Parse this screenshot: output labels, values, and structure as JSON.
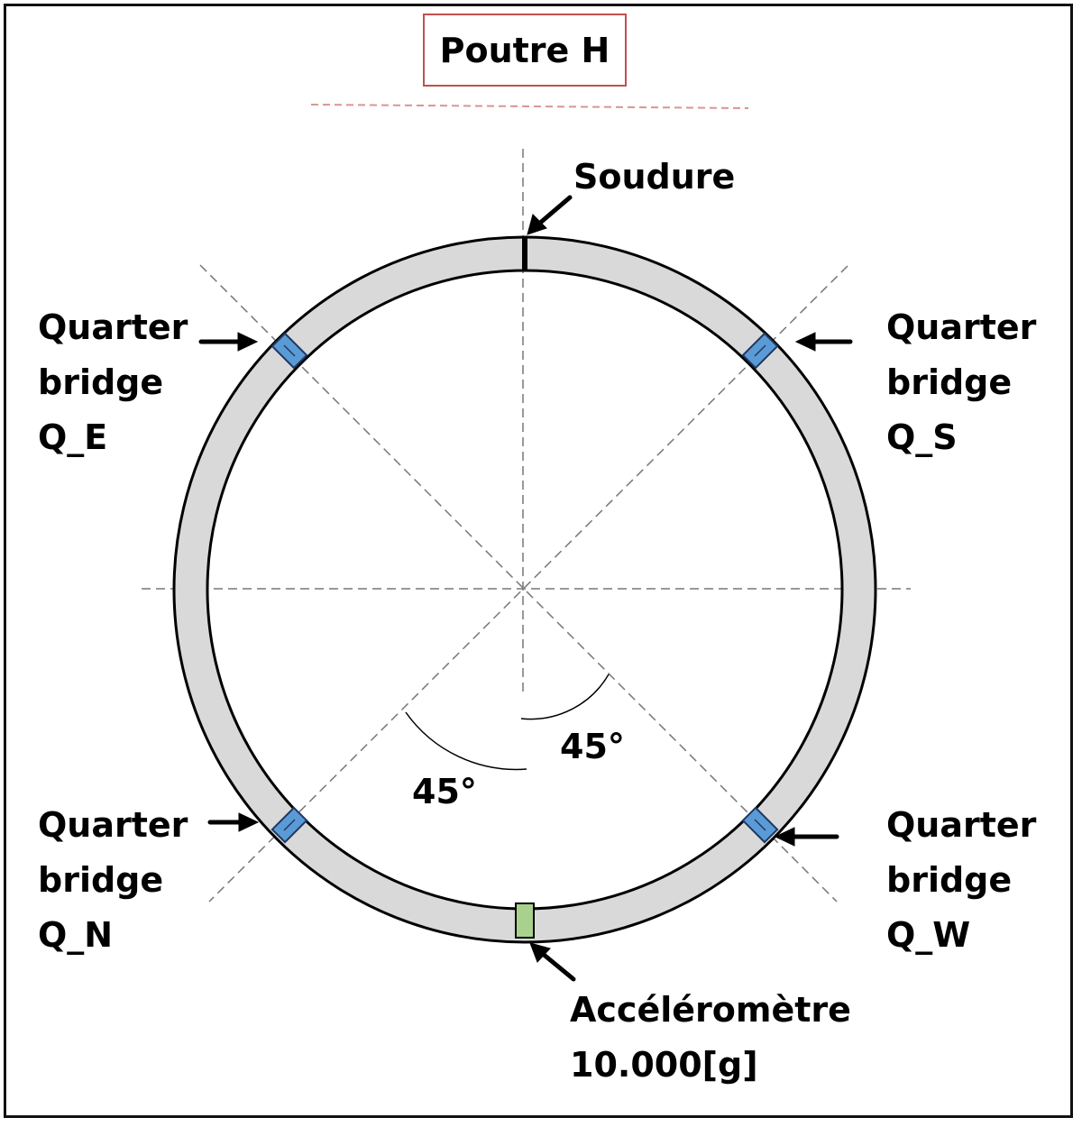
{
  "title": "Poutre H",
  "labels": {
    "weld": "Soudure",
    "accelerometer_line1": "Accéléromètre",
    "accelerometer_line2": "10.000[g]",
    "angle_right": "45°",
    "angle_left": "45°"
  },
  "gauges": [
    {
      "id": "Q_E",
      "lines": [
        "Quarter",
        "bridge",
        "Q_E"
      ]
    },
    {
      "id": "Q_S",
      "lines": [
        "Quarter",
        "bridge",
        "Q_S"
      ]
    },
    {
      "id": "Q_N",
      "lines": [
        "Quarter",
        "bridge",
        "Q_N"
      ]
    },
    {
      "id": "Q_W",
      "lines": [
        "Quarter",
        "bridge",
        "Q_W"
      ]
    }
  ],
  "colors": {
    "ring_fill": "#d9d9d9",
    "gauge_fill": "#5b9bd5",
    "accelerometer_fill": "#a9d18e",
    "title_border": "#c0504d"
  }
}
